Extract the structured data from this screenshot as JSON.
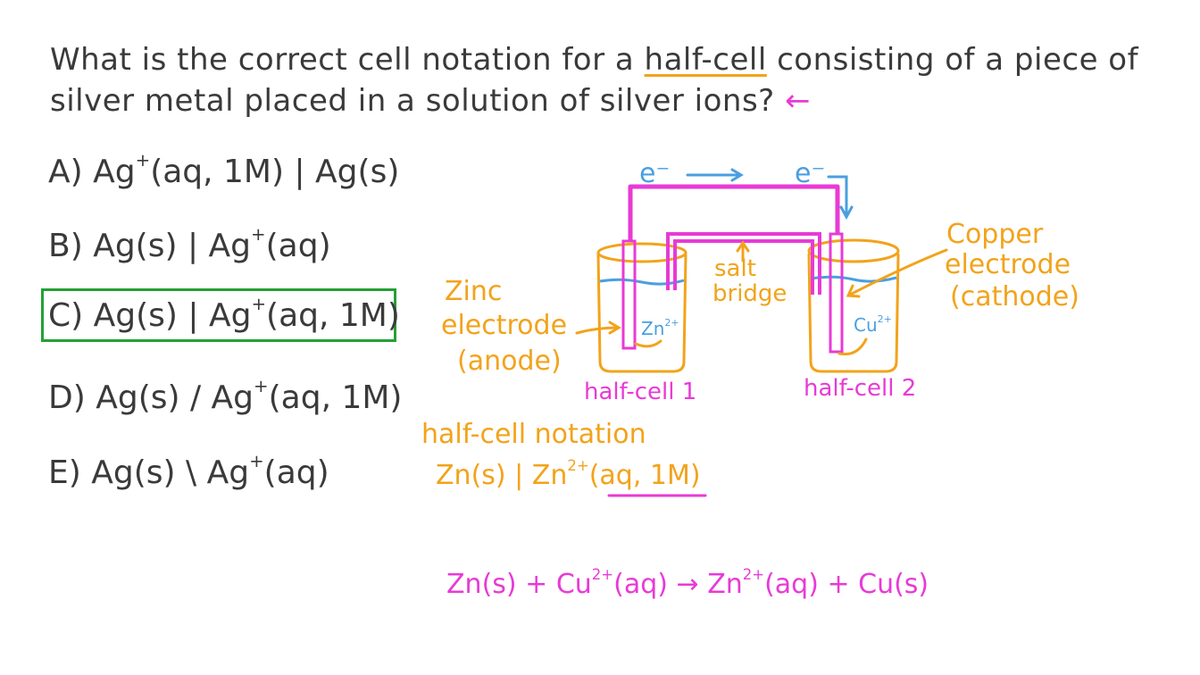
{
  "question": {
    "line1_pre": "What is the correct cell notation for a ",
    "line1_highlight": "half-cell",
    "line1_post": " consisting of a piece of",
    "line2": "silver metal placed in a solution of silver ions?",
    "pointer": "←"
  },
  "options": [
    {
      "letter": "A)",
      "text": "Ag",
      "sup": "+",
      "rest": "(aq, 1M) | Ag(s)"
    },
    {
      "letter": "B)",
      "text": "Ag(s) | Ag",
      "sup": "+",
      "rest": "(aq)"
    },
    {
      "letter": "C)",
      "text": "Ag(s) | Ag",
      "sup": "+",
      "rest": "(aq, 1M)"
    },
    {
      "letter": "D)",
      "text": "Ag(s) / Ag",
      "sup": "+",
      "rest": "(aq, 1M)"
    },
    {
      "letter": "E)",
      "text": "Ag(s) \\ Ag",
      "sup": "+",
      "rest": "(aq)"
    }
  ],
  "selected_option": "C",
  "diagram": {
    "electron_left": "e⁻",
    "electron_right": "e⁻",
    "salt_bridge_line1": "salt",
    "salt_bridge_line2": "bridge",
    "zinc_line1": "Zinc",
    "zinc_line2": "electrode",
    "zinc_line3": "(anode)",
    "copper_line1": "Copper",
    "copper_line2": "electrode",
    "copper_line3": "(cathode)",
    "zn_ion": "Zn",
    "zn_ion_sup": "2+",
    "cu_ion": "Cu",
    "cu_ion_sup": "2+",
    "half_cell_1": "half-cell 1",
    "half_cell_2": "half-cell 2"
  },
  "notation": {
    "heading": "half-cell notation",
    "formula_pre": "Zn(s) | Zn",
    "formula_sup": "2+",
    "formula_underlined": "(aq, 1M)"
  },
  "reaction": {
    "lhs1": "Zn(s) + Cu",
    "lhs1_sup": "2+",
    "lhs2": "(aq)",
    "arrow": "→",
    "rhs1": "Zn",
    "rhs1_sup": "2+",
    "rhs2": "(aq) + Cu(s)"
  },
  "colors": {
    "text": "#3a3a3a",
    "orange": "#f2a31b",
    "magenta": "#e83ad6",
    "blue": "#4a9fe0",
    "green": "#23a035"
  }
}
